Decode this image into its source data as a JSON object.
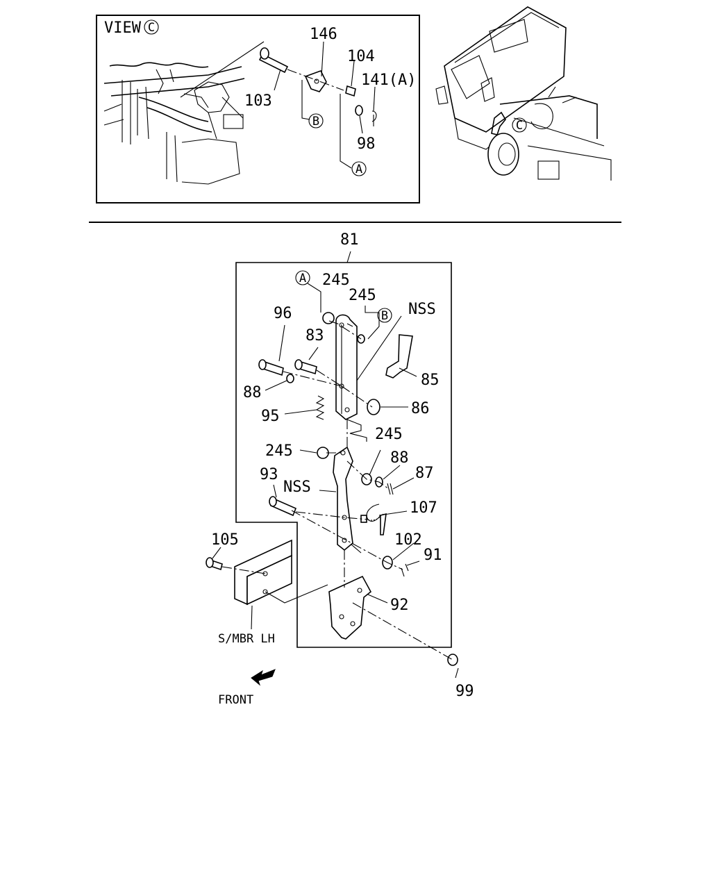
{
  "view_label": "VIEW",
  "view_ref": "C",
  "inset": {
    "ref_markers": [
      "A",
      "B"
    ],
    "callouts": [
      "146",
      "104",
      "141(A)",
      "103",
      "98"
    ]
  },
  "truck_view_ref": "C",
  "assembly_number": "81",
  "main_callouts": {
    "c245_a": "245",
    "c245_b": "245",
    "c245_c": "245",
    "c245_d": "245",
    "c96": "96",
    "c83": "83",
    "c88_a": "88",
    "c95": "95",
    "c85": "85",
    "c86": "86",
    "c88_b": "88",
    "c87": "87",
    "c93": "93",
    "c107": "107",
    "c102": "102",
    "c91": "91",
    "c105": "105",
    "c92": "92",
    "c99": "99"
  },
  "main_refs": {
    "a": "A",
    "b": "B"
  },
  "nss_labels": [
    "NSS",
    "NSS"
  ],
  "member_label": "S/MBR LH",
  "front_label": "FRONT"
}
